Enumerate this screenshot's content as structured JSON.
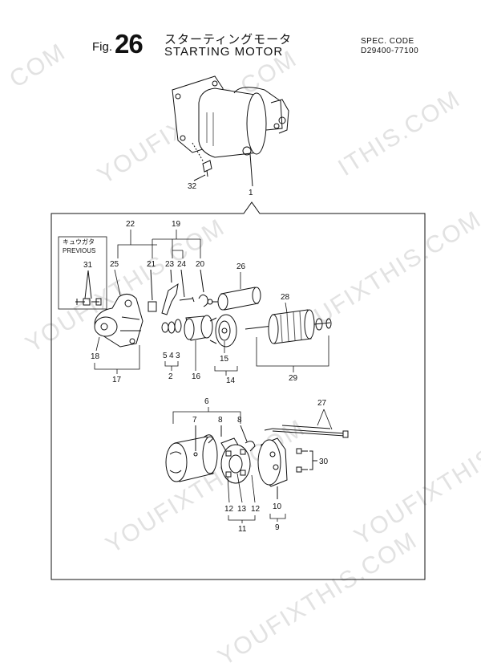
{
  "header": {
    "fig_prefix": "Fig.",
    "fig_number": "26",
    "title_jp": "スターティングモータ",
    "title_en": "STARTING MOTOR",
    "spec_label": "SPEC. CODE",
    "spec_value": "D29400-77100"
  },
  "watermark": {
    "text_a": "YOUFIXTHIS.COM",
    "text_b": "COM",
    "text_c": "YOUFIXTHIS",
    "text_d": "ITHIS.COM"
  },
  "previous_box": {
    "label_jp": "キュウガタ",
    "label_en": "PREVIOUS"
  },
  "callouts": {
    "n1": "1",
    "n2": "2",
    "n3": "3",
    "n4": "4",
    "n5": "5",
    "n6": "6",
    "n7": "7",
    "n8a": "8",
    "n8b": "8",
    "n9": "9",
    "n10": "10",
    "n11": "11",
    "n12a": "12",
    "n12b": "12",
    "n13": "13",
    "n14": "14",
    "n15": "15",
    "n16": "16",
    "n17": "17",
    "n18": "18",
    "n19": "19",
    "n20": "20",
    "n21": "21",
    "n22": "22",
    "n23": "23",
    "n24": "24",
    "n25": "25",
    "n26": "26",
    "n27": "27",
    "n28": "28",
    "n29": "29",
    "n30": "30",
    "n31": "31",
    "n32": "32"
  },
  "colors": {
    "ink": "#111111",
    "watermark": "#e2e2e2"
  }
}
